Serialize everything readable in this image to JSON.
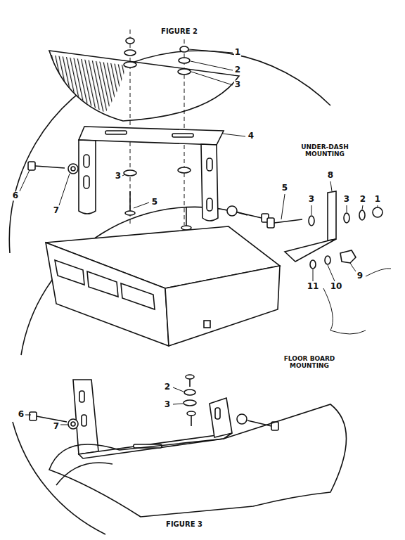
{
  "diagram": {
    "labels": [
      "FIGURE 2",
      "1",
      "2",
      "3",
      "4",
      "3",
      "5",
      "6",
      "7",
      "UNDER-DASH MOUNTING",
      "5",
      "3",
      "8",
      "3",
      "2",
      "1",
      "9",
      "10",
      "11",
      "FLOOR BOARD MOUNTING",
      "6",
      "7",
      "2",
      "3",
      "FIGURE 3"
    ]
  }
}
